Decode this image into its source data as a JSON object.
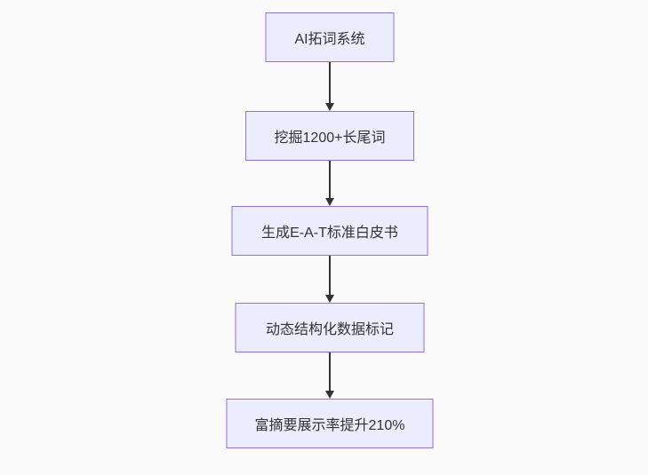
{
  "diagram": {
    "type": "flowchart",
    "direction": "top-down",
    "nodes": [
      {
        "id": "step-1",
        "label": "AI拓词系统"
      },
      {
        "id": "step-2",
        "label": "挖掘1200+长尾词"
      },
      {
        "id": "step-3",
        "label": "生成E-A-T标准白皮书"
      },
      {
        "id": "step-4",
        "label": "动态结构化数据标记"
      },
      {
        "id": "step-5",
        "label": "富摘要展示率提升210%"
      }
    ],
    "edges": [
      {
        "from": "step-1",
        "to": "step-2"
      },
      {
        "from": "step-2",
        "to": "step-3"
      },
      {
        "from": "step-3",
        "to": "step-4"
      },
      {
        "from": "step-4",
        "to": "step-5"
      }
    ],
    "theme": {
      "background": "#fafafa",
      "node_fill": "#ececff",
      "node_border": "#9370db",
      "node_text": "#333333",
      "arrow_color": "#333333"
    }
  }
}
